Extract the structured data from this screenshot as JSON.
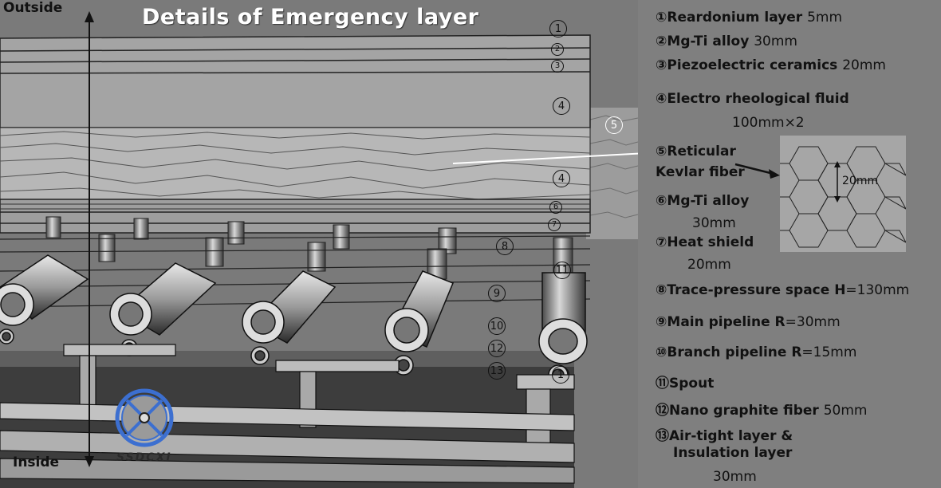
{
  "title": "Details of  Emergency layer",
  "outside_label": "Outside",
  "inside_label": "Inside",
  "logo_text": "SSDCXI",
  "hex_spacing_label": "20mm",
  "scene_tags": [
    "1",
    "2",
    "3",
    "4",
    "5",
    "4",
    "6",
    "7",
    "8",
    "11",
    "9",
    "10",
    "12",
    "13",
    "1"
  ],
  "legend": [
    {
      "num": "①",
      "name": "Reardonium layer",
      "value": "5mm"
    },
    {
      "num": "②",
      "name": "Mg-Ti alloy",
      "value": "30mm"
    },
    {
      "num": "③",
      "name": "Piezoelectric ceramics",
      "value": "20mm"
    },
    {
      "num": "④",
      "name": "Electro rheological fluid",
      "value": "100mm×2"
    },
    {
      "num": "⑤",
      "name": "Reticular",
      "name2": "Kevlar fiber"
    },
    {
      "num": "⑥",
      "name": "Mg-Ti alloy",
      "value": "30mm"
    },
    {
      "num": "⑦",
      "name": "Heat shield",
      "value": "20mm"
    },
    {
      "num": "⑧",
      "name": "Trace-pressure space H",
      "value": "=130mm"
    },
    {
      "num": "⑨",
      "name": "Main pipeline   R",
      "value": "=30mm"
    },
    {
      "num": "⑩",
      "name": "Branch pipeline   R",
      "value": "=15mm"
    },
    {
      "num": "⑪",
      "name": "Spout"
    },
    {
      "num": "⑫",
      "name": "Nano graphite fiber",
      "value": "50mm"
    },
    {
      "num": "⑬",
      "name": "Air-tight layer &",
      "name2": "Insulation layer",
      "value": "30mm"
    }
  ]
}
